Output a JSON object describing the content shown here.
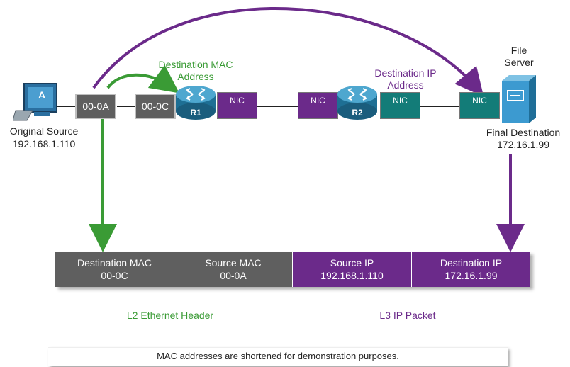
{
  "source": {
    "letter": "A",
    "label": "Original Source",
    "ip": "192.168.1.110"
  },
  "server": {
    "title_line1": "File",
    "title_line2": "Server",
    "label": "Final Destination",
    "ip": "172.16.1.99"
  },
  "mac_boxes": {
    "host_mac": "00-0A",
    "router_mac": "00-0C"
  },
  "routers": {
    "r1": "R1",
    "r2": "R2"
  },
  "nic": {
    "r1_out": "NIC",
    "r2_in": "NIC",
    "r2_out": "NIC",
    "server_nic": "NIC"
  },
  "callouts": {
    "dest_mac_line1": "Destination MAC",
    "dest_mac_line2": "Address",
    "dest_ip_line1": "Destination IP",
    "dest_ip_line2": "Address"
  },
  "header": [
    {
      "title": "Destination MAC",
      "value": "00-0C"
    },
    {
      "title": "Source MAC",
      "value": "00-0A"
    },
    {
      "title": "Source IP",
      "value": "192.168.1.110"
    },
    {
      "title": "Destination IP",
      "value": "172.16.1.99"
    }
  ],
  "section_labels": {
    "l2": "L2 Ethernet Header",
    "l3": "L3 IP Packet"
  },
  "note": "MAC addresses are shortened for demonstration purposes.",
  "colors": {
    "green": "#3a9b35",
    "purple": "#6b2a8a",
    "teal": "#137c78",
    "gray": "#5f5f5f"
  }
}
